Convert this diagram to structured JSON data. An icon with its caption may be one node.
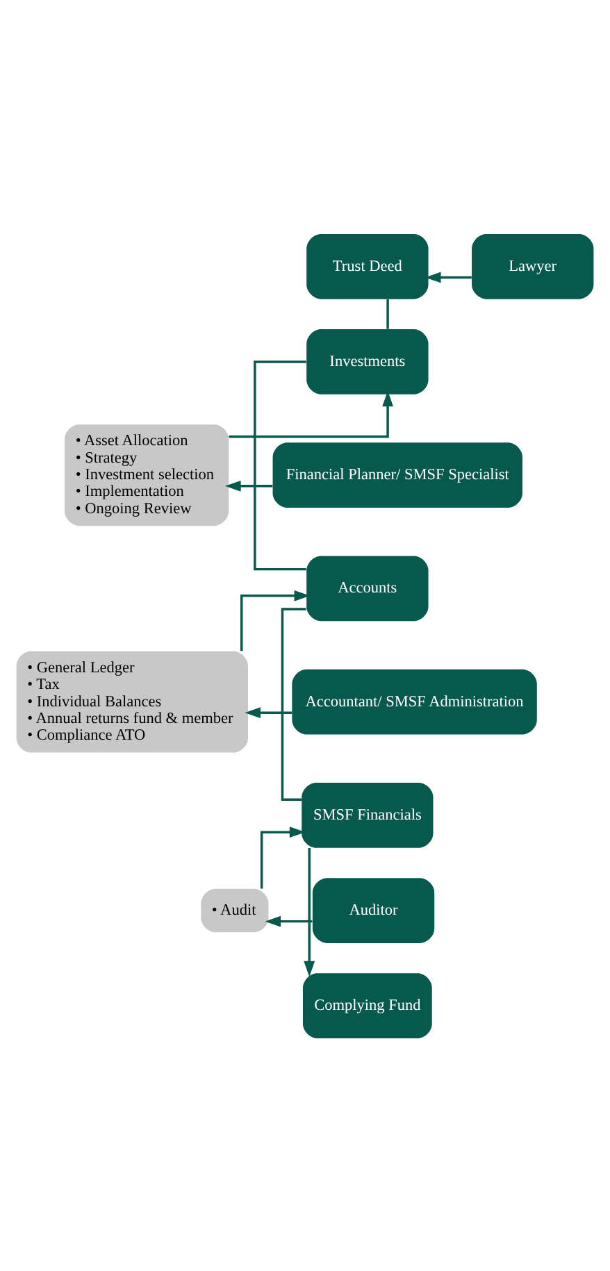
{
  "diagram": {
    "nodes": [
      {
        "text": [
          "Trust Deed"
        ]
      },
      {
        "text": [
          "Lawyer"
        ]
      },
      {
        "text": [
          "Investments"
        ]
      },
      {
        "text": [
          "• Asset Allocation",
          "• Strategy",
          "• Investment selection",
          "• Implementation",
          "• Ongoing Review"
        ]
      },
      {
        "text": [
          "Financial Planner/ SMSF Specialist"
        ]
      },
      {
        "text": [
          "Accounts"
        ]
      },
      {
        "text": [
          "• General Ledger",
          "• Tax",
          "• Individual Balances",
          "• Annual returns fund & member",
          "• Compliance ATO"
        ]
      },
      {
        "text": [
          "Accountant/ SMSF Administration"
        ]
      },
      {
        "text": [
          "SMSF Financials"
        ]
      },
      {
        "text": [
          "• Audit"
        ]
      },
      {
        "text": [
          "Auditor"
        ]
      },
      {
        "text": [
          "Complying Fund"
        ]
      }
    ],
    "edges": [
      {
        "from": 1,
        "to": 0,
        "arrow": "to"
      },
      {
        "from": 0,
        "to": 2,
        "arrow": "none"
      },
      {
        "from": 4,
        "to": 3,
        "arrow": "to"
      },
      {
        "from": 3,
        "to": 2,
        "arrow": "to"
      },
      {
        "from": 2,
        "to": 5,
        "arrow": "none"
      },
      {
        "from": 7,
        "to": 6,
        "arrow": "to"
      },
      {
        "from": 6,
        "to": 5,
        "arrow": "to"
      },
      {
        "from": 5,
        "to": 8,
        "arrow": "none"
      },
      {
        "from": 10,
        "to": 9,
        "arrow": "to"
      },
      {
        "from": 9,
        "to": 8,
        "arrow": "to"
      },
      {
        "from": 8,
        "to": 11,
        "arrow": "to"
      }
    ]
  }
}
